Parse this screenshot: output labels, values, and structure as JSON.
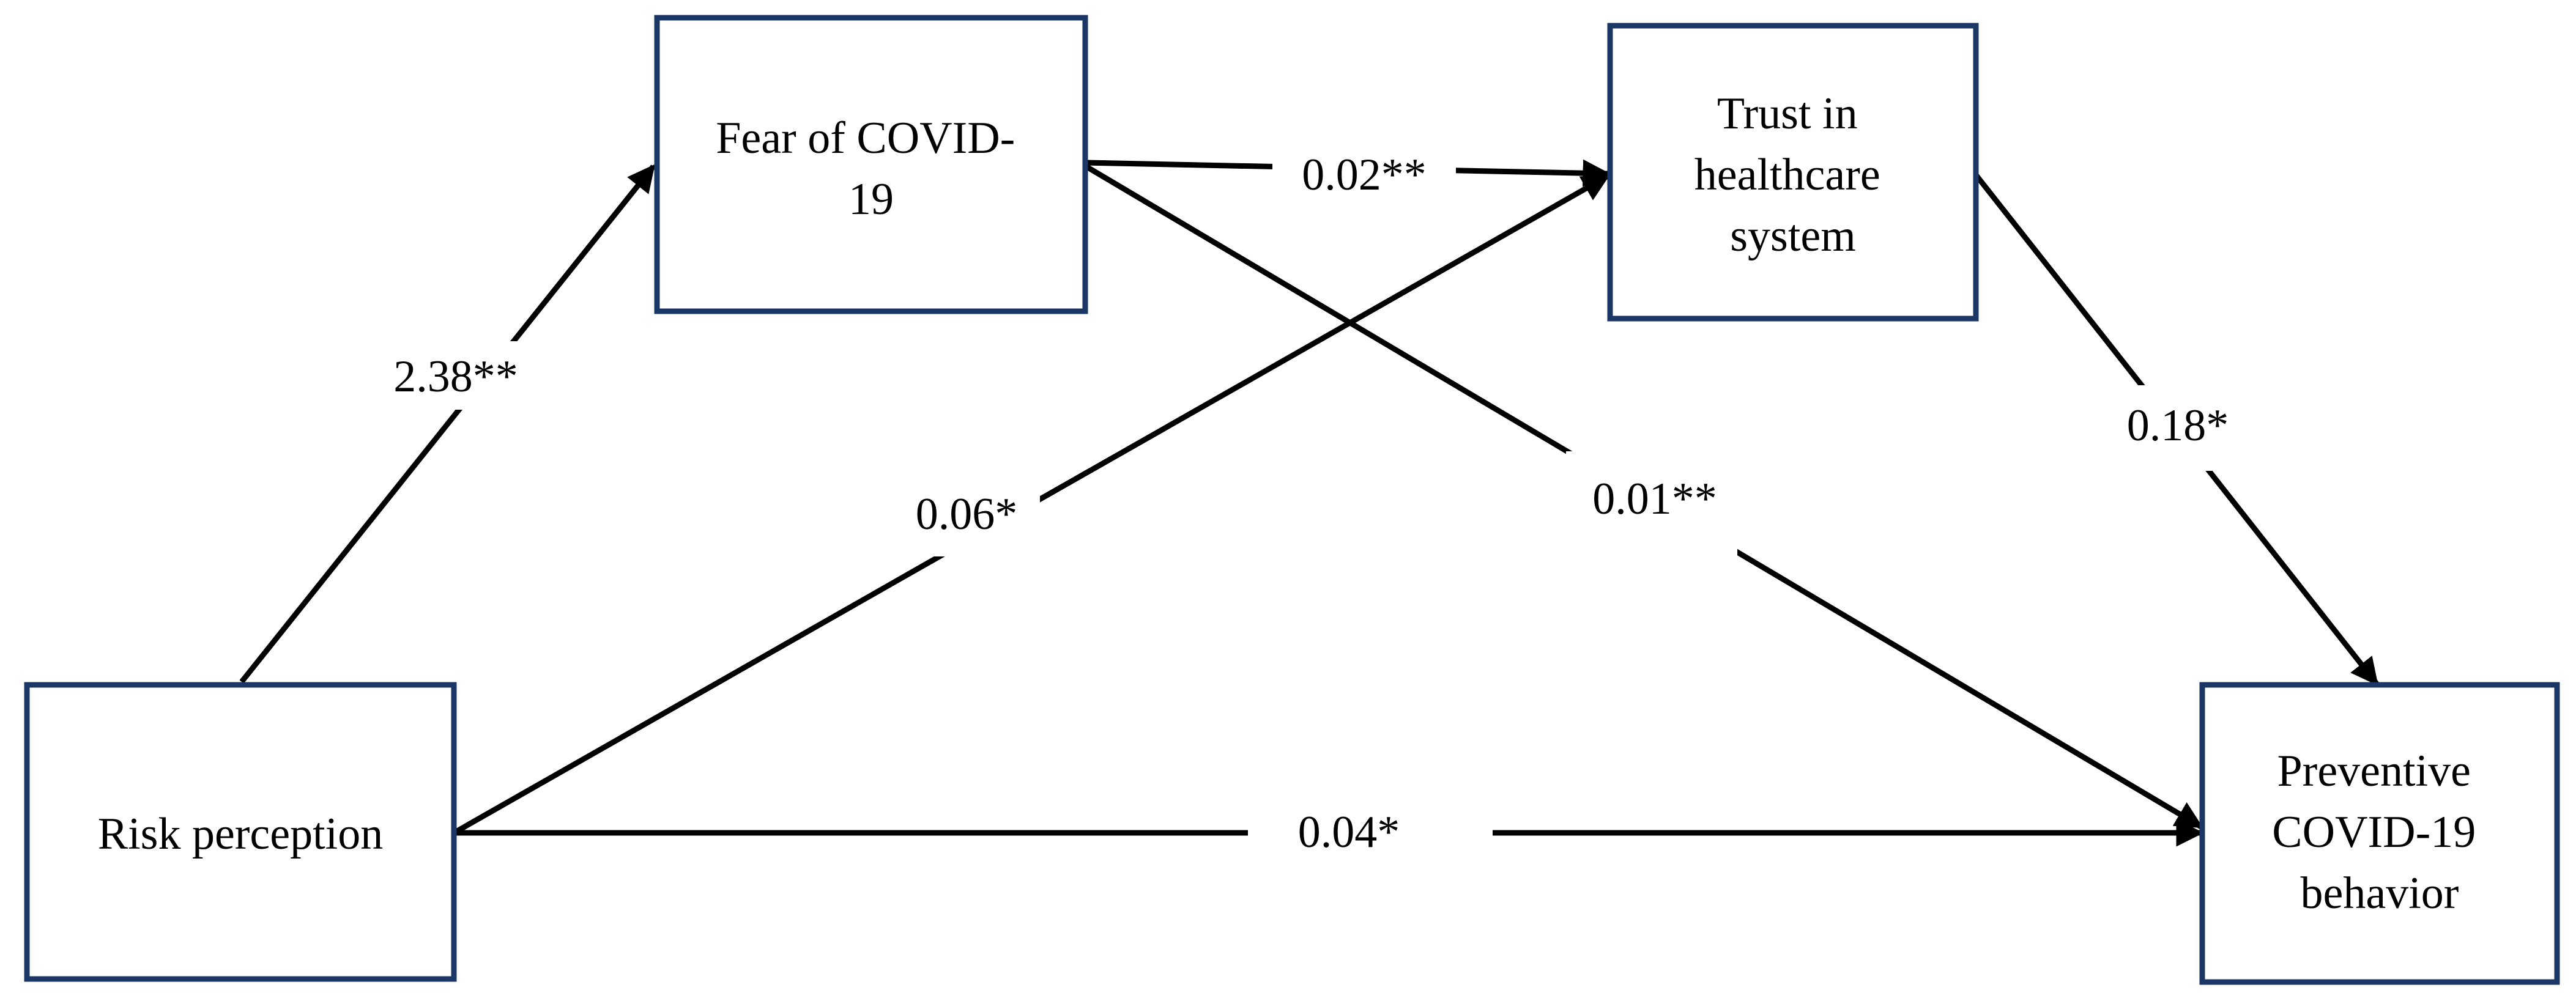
{
  "nodes": {
    "fear": {
      "lines": [
        "Fear of COVID-",
        "19"
      ]
    },
    "trust": {
      "lines": [
        "Trust in",
        "healthcare",
        "system"
      ]
    },
    "risk": {
      "lines": [
        "Risk perception"
      ]
    },
    "preventive": {
      "lines": [
        "Preventive",
        "COVID-19",
        "behavior"
      ]
    }
  },
  "paths": {
    "risk_to_fear": "2.38**",
    "fear_to_trust": "0.02**",
    "risk_to_trust": "0.06*",
    "fear_to_preventive": "0.01**",
    "trust_to_preventive": "0.18*",
    "risk_to_preventive": "0.04*"
  },
  "colors": {
    "box_border": "#1b3766",
    "arrow": "#000000",
    "text": "#000000"
  }
}
